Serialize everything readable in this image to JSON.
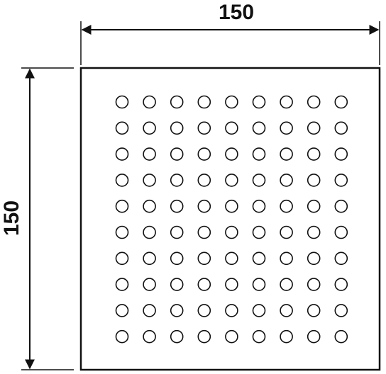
{
  "dimensions": {
    "width_label": "150",
    "height_label": "150"
  },
  "plate": {
    "hole_rows": 10,
    "hole_columns": 9
  },
  "colors": {
    "line": "#111111",
    "background": "#ffffff"
  }
}
